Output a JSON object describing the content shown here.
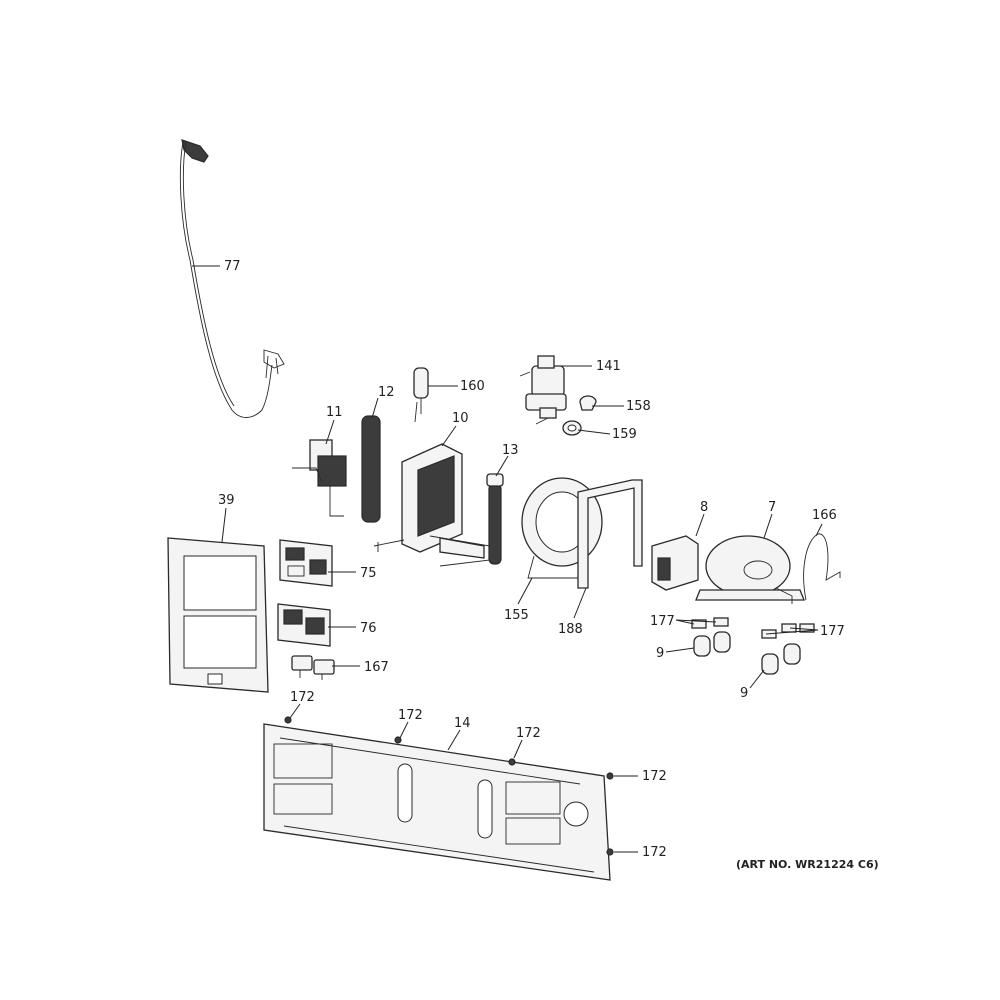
{
  "art_number": "(ART NO. WR21224 C6)",
  "callouts": {
    "c77": "77",
    "c12": "12",
    "c160": "160",
    "c141": "141",
    "c158": "158",
    "c159": "159",
    "c11": "11",
    "c10": "10",
    "c13": "13",
    "c39": "39",
    "c75": "75",
    "c76": "76",
    "c167": "167",
    "c8": "8",
    "c7": "7",
    "c166": "166",
    "c155": "155",
    "c188": "188",
    "c177a": "177",
    "c177b": "177",
    "c9a": "9",
    "c9b": "9",
    "c172a": "172",
    "c172b": "172",
    "c14": "14",
    "c172c": "172",
    "c172d": "172",
    "c172e": "172"
  }
}
